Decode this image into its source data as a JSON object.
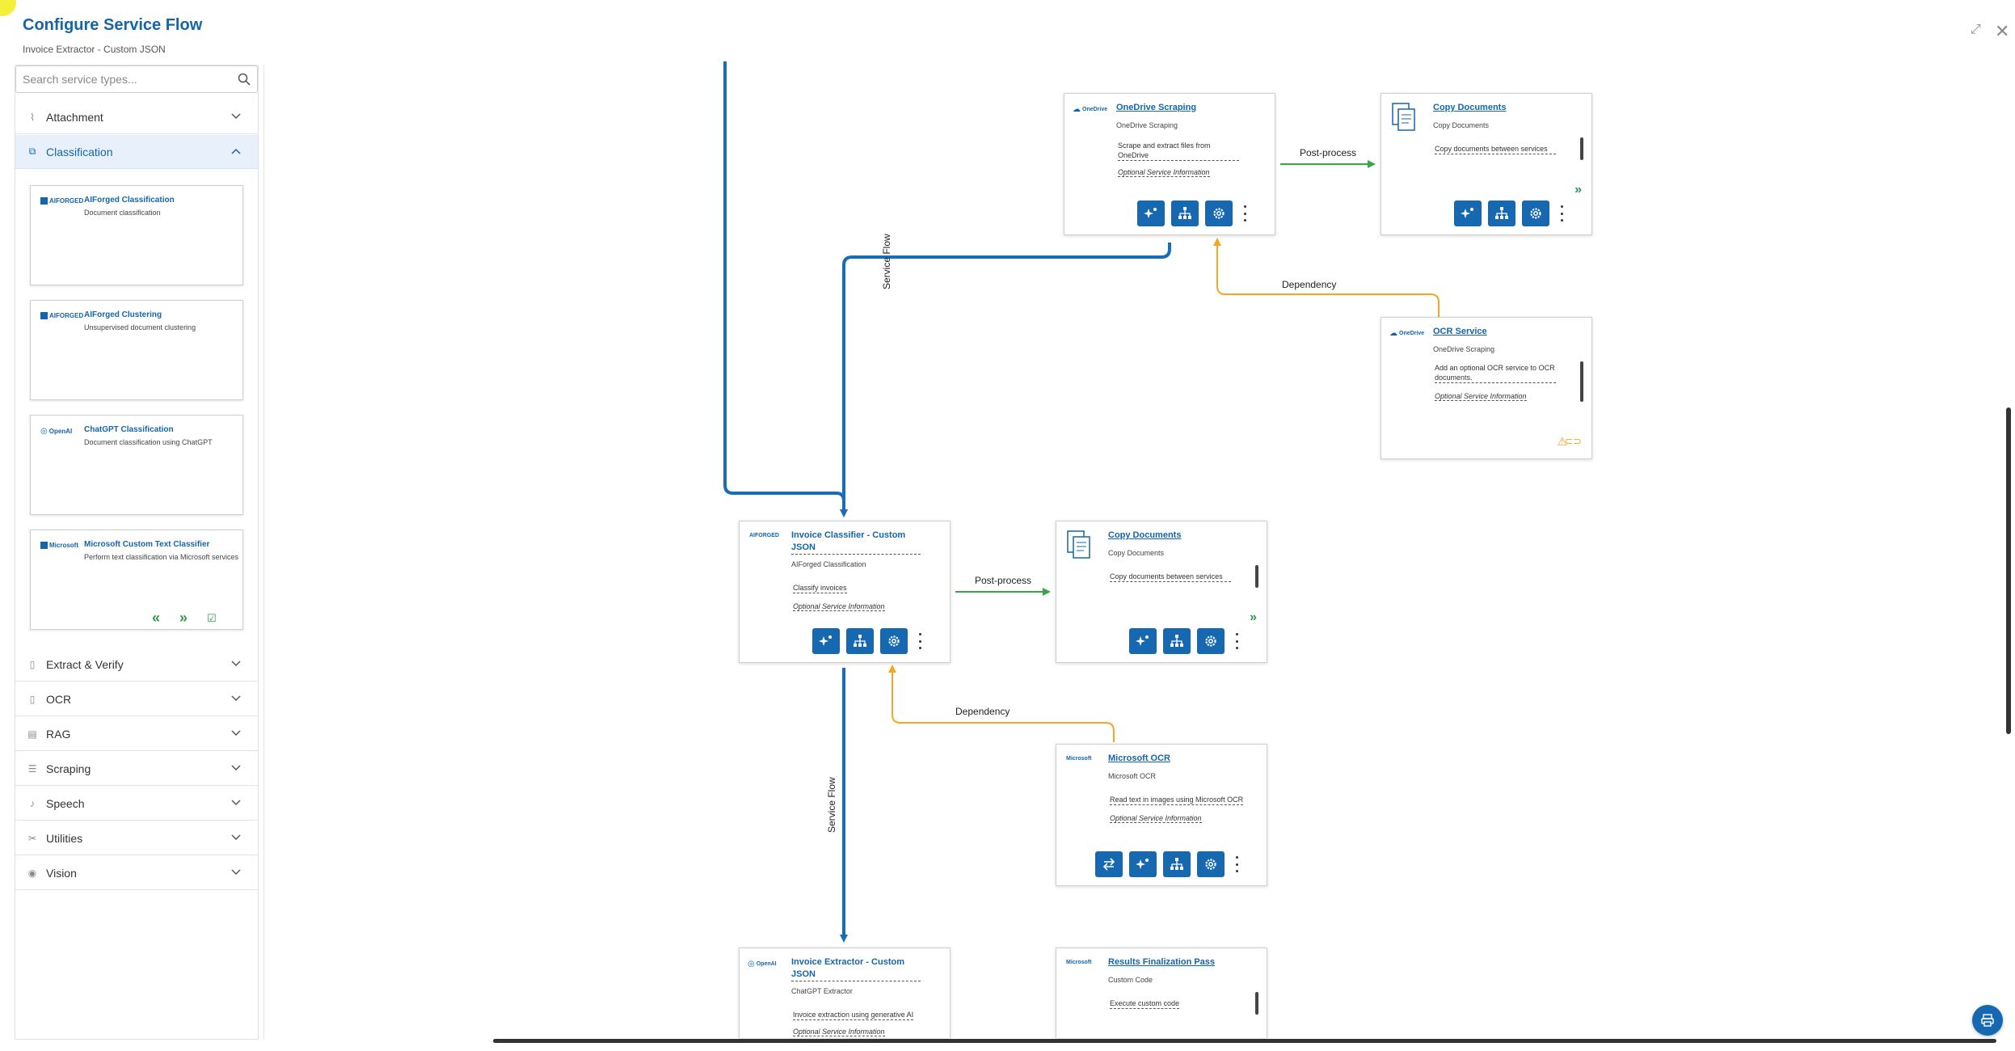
{
  "header": {
    "title": "Configure Service Flow",
    "subtitle": "Invoice Extractor - Custom JSON",
    "expand_icon": "expand-icon",
    "close_icon": "close-icon"
  },
  "sidebar": {
    "search_placeholder": "Search service types...",
    "categories": [
      {
        "label": "Attachment",
        "icon": "paperclip-icon",
        "expanded": false
      },
      {
        "label": "Classification",
        "icon": "hierarchy-icon",
        "expanded": true
      },
      {
        "label": "Extract & Verify",
        "icon": "document-icon",
        "expanded": false
      },
      {
        "label": "OCR",
        "icon": "scan-icon",
        "expanded": false
      },
      {
        "label": "RAG",
        "icon": "database-icon",
        "expanded": false
      },
      {
        "label": "Scraping",
        "icon": "scraping-icon",
        "expanded": false
      },
      {
        "label": "Speech",
        "icon": "microphone-icon",
        "expanded": false
      },
      {
        "label": "Utilities",
        "icon": "tools-icon",
        "expanded": false
      },
      {
        "label": "Vision",
        "icon": "eye-icon",
        "expanded": false
      }
    ],
    "classification_services": [
      {
        "logo": "AIFORGED",
        "title": "AIForged Classification",
        "description": "Document classification"
      },
      {
        "logo": "AIFORGED",
        "title": "AIForged Clustering",
        "description": "Unsupervised document clustering"
      },
      {
        "logo": "OpenAI",
        "title": "ChatGPT Classification",
        "description": "Document classification using ChatGPT"
      },
      {
        "logo": "Microsoft",
        "title": "Microsoft Custom Text Classifier",
        "description": "Perform text classification via Microsoft services"
      }
    ],
    "pager": {
      "prev": "«",
      "next": "»",
      "select": "☑"
    }
  },
  "edges": {
    "service_flow_label": "Service Flow",
    "post_process_label": "Post-process",
    "dependency_label": "Dependency"
  },
  "nodes": {
    "onedrive_scraping": {
      "logo": "OneDrive",
      "title": "OneDrive Scraping",
      "subtitle": "OneDrive Scraping",
      "description": "Scrape and extract files from OneDrive",
      "optional": "Optional Service Information"
    },
    "copy_documents_top": {
      "title": "Copy Documents",
      "subtitle": "Copy Documents",
      "description": "Copy documents between services",
      "more": "»"
    },
    "ocr_service": {
      "logo": "OneDrive",
      "title": "OCR Service",
      "subtitle": "OneDrive Scraping",
      "description": "Add an optional OCR service to OCR documents.",
      "optional": "Optional Service Information"
    },
    "invoice_classifier": {
      "logo": "AIFORGED",
      "title": "Invoice Classifier - Custom JSON",
      "subtitle": "AIForged Classification",
      "description": "Classify invoices",
      "optional": "Optional Service Information"
    },
    "copy_documents_mid": {
      "title": "Copy Documents",
      "subtitle": "Copy Documents",
      "description": "Copy documents between services",
      "more": "»"
    },
    "microsoft_ocr": {
      "logo": "Microsoft",
      "title": "Microsoft OCR",
      "subtitle": "Microsoft OCR",
      "description": "Read text in images using Microsoft OCR",
      "optional": "Optional Service Information"
    },
    "invoice_extractor": {
      "logo": "OpenAI",
      "title": "Invoice Extractor - Custom JSON",
      "subtitle": "ChatGPT Extractor",
      "description": "Invoice extraction using generative AI",
      "optional": "Optional Service Information"
    },
    "results_finalization": {
      "logo": "Microsoft",
      "title": "Results Finalization Pass",
      "subtitle": "Custom Code",
      "description": "Execute custom code"
    }
  },
  "colors": {
    "primary": "#1565a8",
    "flow": "#1a6db5",
    "post_process": "#3aa64a",
    "dependency": "#f5a623"
  }
}
